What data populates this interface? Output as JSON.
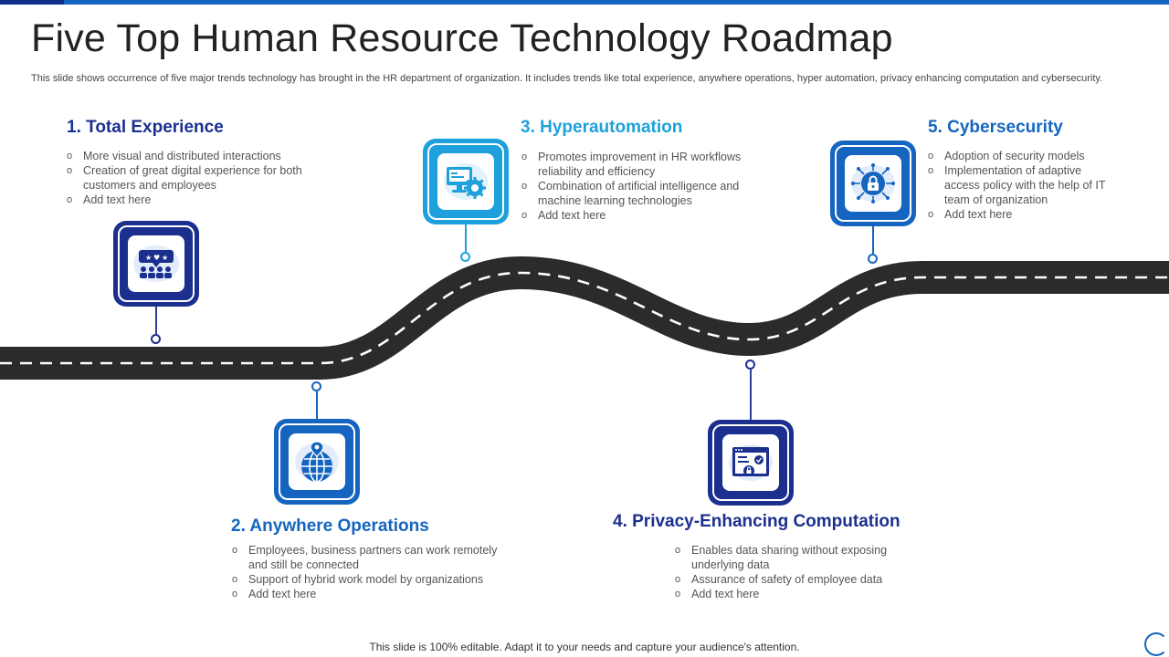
{
  "slide": {
    "title": "Five Top Human Resource Technology Roadmap",
    "subtitle": "This slide shows occurrence of five major trends technology has brought in the HR department of organization. It includes trends like total experience, anywhere operations, hyper automation, privacy enhancing computation and cybersecurity.",
    "footer": "This slide is 100% editable. Adapt it to your needs and capture your audience's attention."
  },
  "milestones": [
    {
      "heading": "1. Total Experience",
      "icon": "customer-rating-people-icon",
      "bullets": [
        "More visual and distributed interactions",
        "Creation of great digital experience for both customers and employees",
        "Add text here"
      ]
    },
    {
      "heading": "2. Anywhere Operations",
      "icon": "globe-location-icon",
      "bullets": [
        "Employees, business partners can work remotely and still be connected",
        "Support of hybrid work model by organizations",
        "Add text here"
      ]
    },
    {
      "heading": "3. Hyperautomation",
      "icon": "automation-gear-icon",
      "bullets": [
        "Promotes improvement in HR workflows reliability and efficiency",
        "Combination of artificial intelligence and machine learning technologies",
        "Add text here"
      ]
    },
    {
      "heading": "4. Privacy-Enhancing Computation",
      "icon": "secure-data-screen-icon",
      "bullets": [
        "Enables data sharing without exposing underlying data",
        "Assurance of safety of employee data",
        "Add text here"
      ]
    },
    {
      "heading": "5. Cybersecurity",
      "icon": "security-lock-network-icon",
      "bullets": [
        "Adoption of security models",
        "Implementation of adaptive access policy with the help of IT team of organization",
        "Add text here"
      ]
    }
  ],
  "colors": {
    "dark_blue": "#1b2f8f",
    "light_blue": "#1ea0dc",
    "mid_blue": "#1565c0",
    "road": "#2b2b2b"
  }
}
